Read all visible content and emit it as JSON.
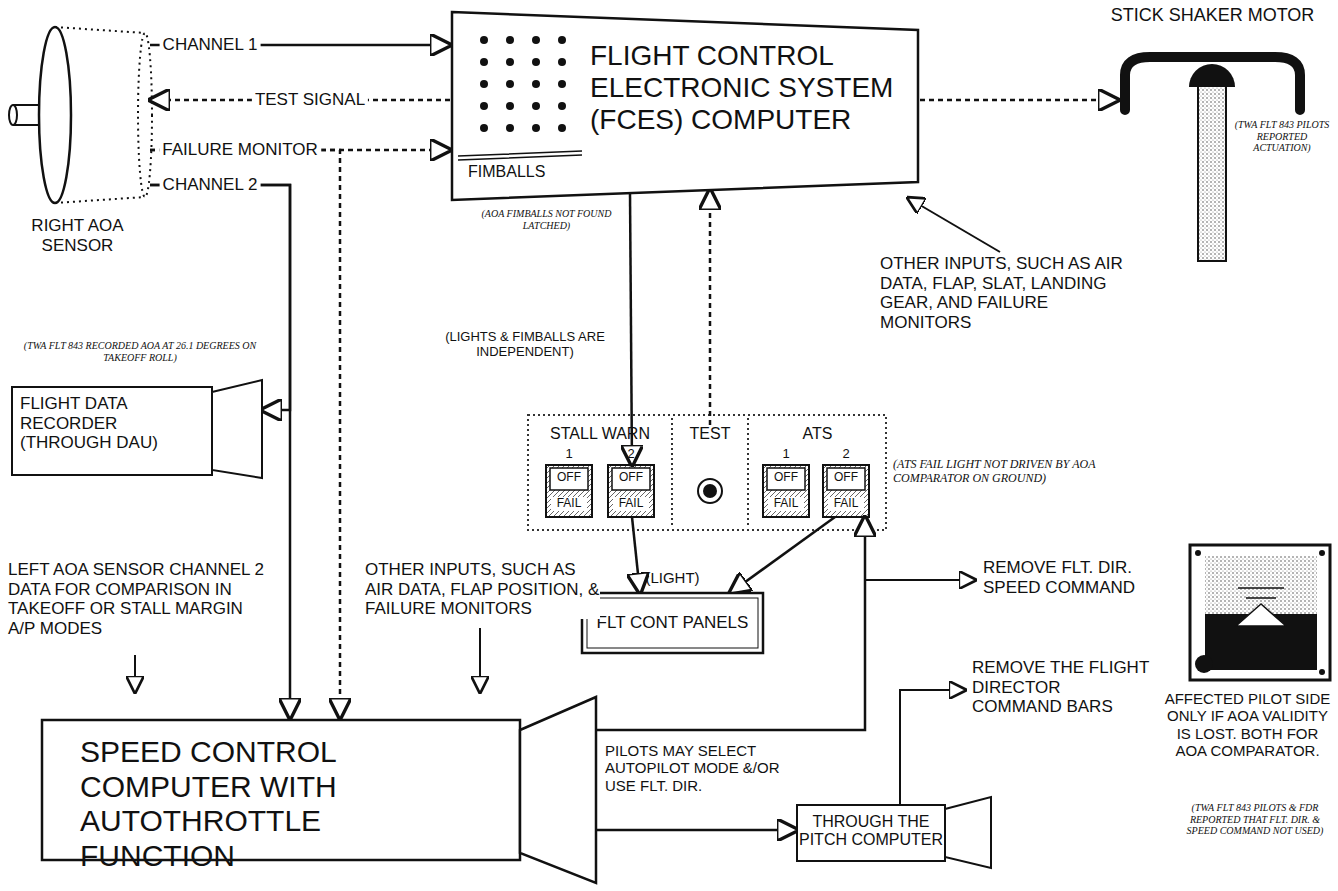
{
  "diagram": {
    "nodes": [
      {
        "text": [
          "RIGHT AOA SENSOR"
        ]
      },
      {
        "text": [
          "FLIGHT CONTROL ELECTRONIC SYSTEM (FCES) COMPUTER",
          "FIMBALLS",
          "(AOA FIMBALLS NOT FOUND LATCHED)"
        ]
      },
      {
        "text": [
          "STICK SHAKER MOTOR",
          "(TWA FLT 843 PILOTS REPORTED ACTUATION)"
        ]
      },
      {
        "text": [
          "(TWA FLT 843 RECORDED AOA AT 26.1 DEGREES ON TAKEOFF ROLL)",
          "FLIGHT DATA RECORDER (THROUGH DAU)"
        ]
      },
      {
        "text": [
          "STALL WARN"
        ]
      },
      {
        "text": [
          "1",
          "OFF",
          "FAIL"
        ],
        "in": 4
      },
      {
        "text": [
          "2",
          "OFF",
          "FAIL"
        ],
        "in": 4
      },
      {
        "text": [
          "TEST"
        ]
      },
      {
        "text": [
          "ATS"
        ]
      },
      {
        "text": [
          "1",
          "OFF",
          "FAIL"
        ],
        "in": 8
      },
      {
        "text": [
          "2",
          "OFF",
          "FAIL"
        ],
        "in": 8
      },
      {
        "text": [
          "(LIGHT)",
          "FLT CONT PANELS"
        ]
      },
      {
        "text": [
          "SPEED CONTROL COMPUTER WITH AUTOTHROTTLE FUNCTION"
        ]
      },
      {
        "text": [
          "THROUGH THE PITCH COMPUTER"
        ]
      },
      {
        "text": [
          "AFFECTED PILOT SIDE ONLY IF AOA VALIDITY IS LOST. BOTH FOR AOA COMPARATOR.",
          "(TWA FLT 843 PILOTS & FDR REPORTED THAT FLT. DIR. & SPEED COMMAND NOT USED)"
        ]
      }
    ],
    "edges": [
      {
        "from": 0,
        "to": 1,
        "arrow": "to",
        "label": "CHANNEL 1"
      },
      {
        "from": 1,
        "to": 0,
        "arrow": "to",
        "label": "TEST SIGNAL"
      },
      {
        "from": 0,
        "to": 1,
        "arrow": "to",
        "label": "FAILURE MONITOR"
      },
      {
        "from": 0,
        "to": 3,
        "arrow": "to",
        "label": "CHANNEL 2"
      },
      {
        "from": 0,
        "to": 12,
        "arrow": "to"
      },
      {
        "from": 0,
        "to": 12,
        "arrow": "to"
      },
      {
        "from": 1,
        "to": 2,
        "arrow": "to"
      },
      {
        "from": 1,
        "to": 6,
        "arrow": "to"
      },
      {
        "from": 7,
        "to": 1,
        "arrow": "to"
      },
      {
        "from": 6,
        "to": 11,
        "arrow": "to"
      },
      {
        "from": 10,
        "to": 11,
        "arrow": "to"
      },
      {
        "from": 12,
        "to": 10,
        "arrow": "to"
      },
      {
        "from": 12,
        "to": 13,
        "arrow": "to",
        "label": "PILOTS MAY SELECT AUTOPILOT MODE &/OR USE FLT. DIR."
      }
    ],
    "labels": [
      "OTHER INPUTS, SUCH AS AIR DATA, FLAP, SLAT, LANDING GEAR, AND FAILURE MONITORS",
      "(LIGHTS & FIMBALLS ARE INDEPENDENT)",
      "(ATS FAIL LIGHT NOT DRIVEN BY AOA COMPARATOR ON GROUND)",
      "LEFT AOA SENSOR CHANNEL 2 DATA FOR COMPARISON IN TAKEOFF OR STALL MARGIN A/P MODES",
      "OTHER INPUTS, SUCH AS AIR DATA, FLAP POSITION, & FAILURE MONITORS",
      "REMOVE FLT. DIR. SPEED COMMAND",
      "REMOVE THE FLIGHT DIRECTOR COMMAND BARS"
    ]
  }
}
